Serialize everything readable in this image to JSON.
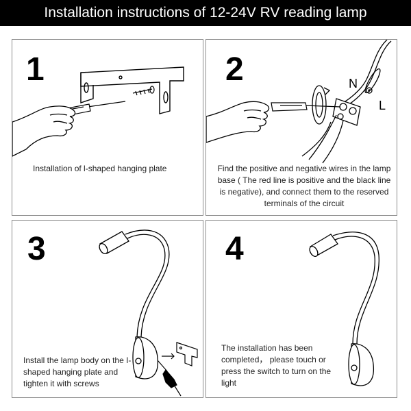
{
  "title": "Installation instructions of 12-24V RV reading lamp",
  "steps": [
    {
      "number": "1",
      "caption": "Installation of l-shaped hanging plate"
    },
    {
      "number": "2",
      "caption": "Find the positive and negative wires in the lamp base ( The red line is positive and the black line is negative), and connect them to the reserved terminals of the circuit",
      "labels": {
        "n": "N",
        "l": "L"
      }
    },
    {
      "number": "3",
      "caption": "Install the lamp body on the I-shaped hanging plate and tighten it with screws"
    },
    {
      "number": "4",
      "caption": "The installation has been completed， please touch or press the switch to turn on the light"
    }
  ]
}
